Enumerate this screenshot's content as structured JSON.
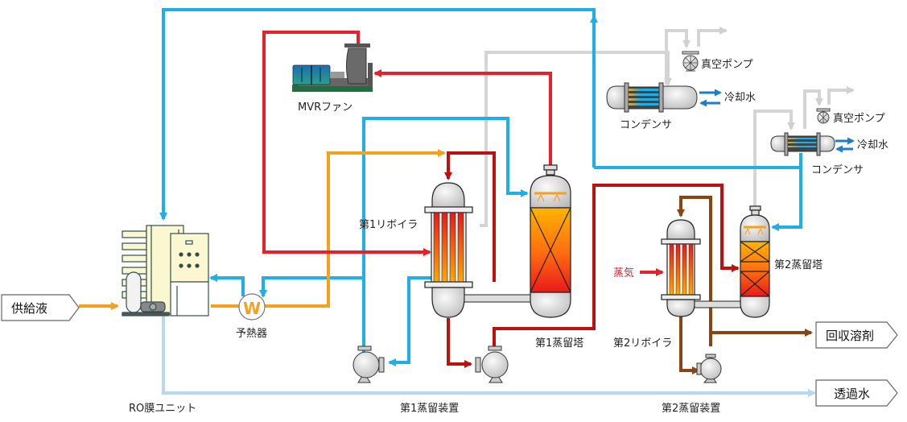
{
  "title": "MVR蒸留・RO膜 溶剤回収プロセスフロー",
  "colors": {
    "cooling_water": "#1eaee8",
    "vapor_mvr": "#e8202a",
    "dark_red": "#c00f0f",
    "feed": "#f5a01e",
    "vent_gray": "#d4d4d4",
    "solvent_brown": "#8b4513",
    "permeate": "#b8d8f0"
  },
  "labels": {
    "feed": "供給液",
    "ro_unit": "RO膜ユニット",
    "preheater": "予熱器",
    "preheater_symbol": "W",
    "mvr_fan": "MVRファン",
    "reboiler1": "第1リボイラ",
    "column1": "第1蒸留塔",
    "unit1": "第1蒸留装置",
    "condenser1": "コンデンサ",
    "vacuum_pump1": "真空ポンプ",
    "cooling_water1": "冷却水",
    "condenser2": "コンデンサ",
    "vacuum_pump2": "真空ポンプ",
    "cooling_water2": "冷却水",
    "steam": "蒸気",
    "reboiler2": "第2リボイラ",
    "column2": "第2蒸留塔",
    "unit2": "第2蒸留装置",
    "recovered_solvent": "回収溶剤",
    "permeate": "透過水"
  }
}
